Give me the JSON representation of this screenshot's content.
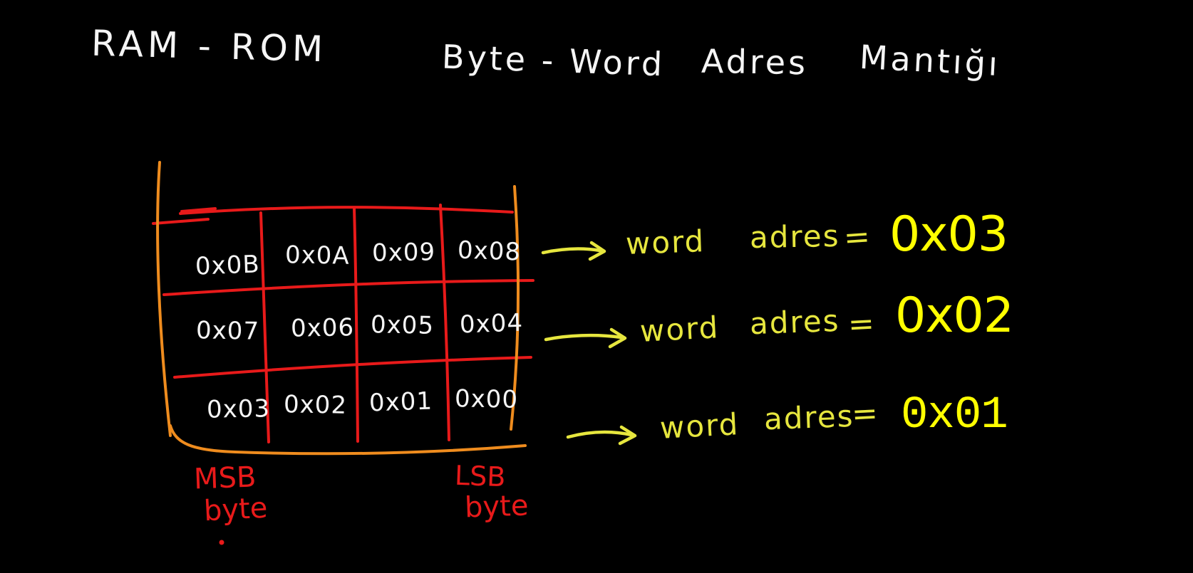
{
  "title": {
    "ram_rom": "RAM - ROM",
    "byte_word": "Byte - Word",
    "adres": "Adres",
    "mantigi": "Mantığı"
  },
  "memory_table": {
    "rows": [
      [
        "0x0B",
        "0x0A",
        "0x09",
        "0x08"
      ],
      [
        "0x07",
        "0x06",
        "0x05",
        "0x04"
      ],
      [
        "0x03",
        "0x02",
        "0x01",
        "0x00"
      ]
    ]
  },
  "annotations": [
    {
      "word": "word",
      "adres": "adres",
      "equals": "=",
      "value": "0x03"
    },
    {
      "word": "word",
      "adres": "adres",
      "equals": "=",
      "value": "0x02"
    },
    {
      "word": "word",
      "adres": "adres",
      "equals": "=",
      "value": "0x01"
    }
  ],
  "labels": {
    "msb": "MSB",
    "msb_byte": "byte",
    "lsb": "LSB",
    "lsb_byte": "byte"
  },
  "icons": {
    "annotation_arrow": "right-arrow"
  },
  "colors": {
    "background": "#000000",
    "handwriting_white": "#f5f5f5",
    "grid_red": "#e81a1a",
    "outline_orange": "#ef8c1e",
    "annotation_yellow": "#e6e63e",
    "value_yellow": "#ffff00"
  }
}
